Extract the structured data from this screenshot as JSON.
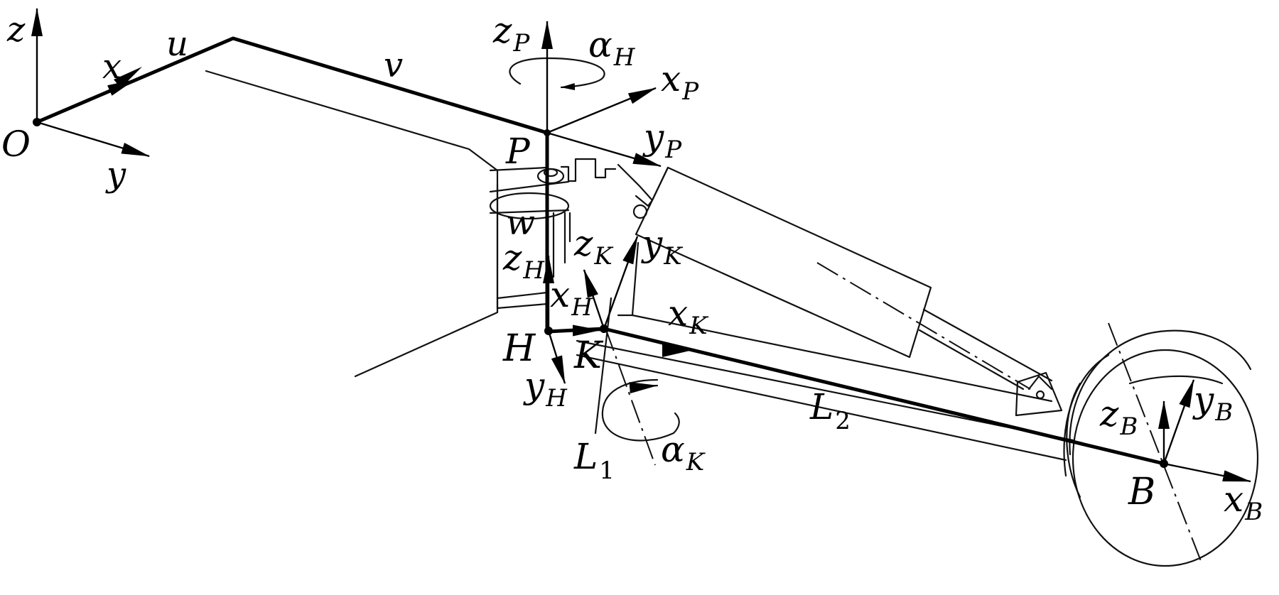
{
  "labels": {
    "z_origin": "z",
    "x_origin": "x",
    "y_origin": "y",
    "origin": "O",
    "u": "u",
    "v": "v",
    "w": "w",
    "zP_main": "z",
    "zP_sub": "P",
    "alphaH_main": "α",
    "alphaH_sub": "H",
    "xP_main": "x",
    "xP_sub": "P",
    "P": "P",
    "yP_main": "y",
    "yP_sub": "P",
    "zH_main": "z",
    "zH_sub": "H",
    "zK_main": "z",
    "zK_sub": "K",
    "yK_main": "y",
    "yK_sub": "K",
    "xH_main": "x",
    "xH_sub": "H",
    "xK_main": "x",
    "xK_sub": "K",
    "H": "H",
    "K": "K",
    "yH_main": "y",
    "yH_sub": "H",
    "L1_main": "L",
    "L1_sub": "1",
    "alphaK_main": "α",
    "alphaK_sub": "K",
    "L2_main": "L",
    "L2_sub": "2",
    "zB_main": "z",
    "zB_sub": "B",
    "yB_main": "y",
    "yB_sub": "B",
    "B": "B",
    "xB_main": "x",
    "xB_sub": "B"
  }
}
